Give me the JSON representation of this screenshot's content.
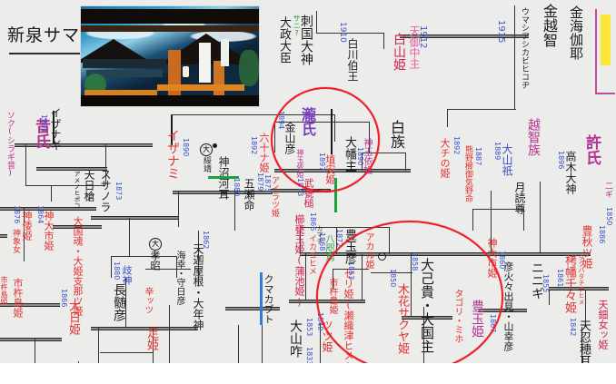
{
  "document": {
    "title": "新泉サマ",
    "kind": "handwritten-genealogy-chart",
    "background_color": "#ececeb",
    "annotation_colors": {
      "black_ink": "#1a1a1a",
      "red_ink": "#e23030",
      "blue_ink": "#3a52c8",
      "magenta_ink": "#b4338f",
      "pink_ink": "#e8609a",
      "purple_ink": "#7a3fbf",
      "green_ink": "#1f9a3c",
      "marker_red": "#ee1c25",
      "highlighter_yellow": "#ffe617",
      "highlighter_blue": "#2f7fd6"
    }
  },
  "photo": {
    "caption": "shrine-photograph",
    "description": "torii-and-shrine-roof"
  },
  "circles": [
    {
      "id": "circle-1",
      "encloses": "瀧氏 / 金山彦"
    },
    {
      "id": "circle-2",
      "encloses": "大己貴・大国主 / 木花サクヤ姫 / 豊玉姫"
    }
  ],
  "entries": {
    "c1": "新泉サマ",
    "c2": "昔氏",
    "c3": "ソク(シラギ音)",
    "c4": "イザナギ",
    "c5": "1891",
    "c6": "天日槍",
    "c7": "アメノヒボコ",
    "c8": "スサノラ",
    "c9": "1873",
    "c10": "イザナミ",
    "c11": "1890",
    "c12": "神倭姫",
    "c13": "1876",
    "c14": "綏靖",
    "c15": "神沼河耳",
    "c16": "1880",
    "c17": "五瀬命",
    "c18": "1879",
    "c19": "六十ナ姫",
    "c20": "1892",
    "c21": "アイラツ姫",
    "c22": "1875",
    "c23": "瀧氏",
    "c24": "金山彦",
    "c25": "1894",
    "c26": "大幡主",
    "c27": "神玉依姫",
    "c28": "1890",
    "c29": "埴安姫",
    "c30": "1897",
    "c31": "大政大臣",
    "c32": "刺国大神",
    "c33": "サニ?",
    "c34": "白川伯王",
    "c35": "1910",
    "c36": "白山姫",
    "c37": "天御中主",
    "c38": "1912",
    "c39": "白族",
    "c40": "大チの姫",
    "c41": "1892",
    "c42": "熊野櫛御気野命",
    "c43": "1887",
    "c44": "1915",
    "c45": "ウマシアシカビヒコヂ",
    "c46": "金越智",
    "c47": "金海伽耶",
    "c48": "越智族",
    "c49": "大山祇",
    "c50": "1889",
    "c51": "許氏",
    "c52": "高木大神",
    "c53": "1896",
    "c54": "月読尊",
    "c55": "豊秋ツ姫",
    "c56": "1886",
    "c57": "神大市姫",
    "c58": "1884",
    "c59": "孝昭",
    "c60": "海幸・守日彦",
    "c61": "天迦屋根・大年神",
    "c62": "1862",
    "c63": "長髄彦",
    "c64": "歧神",
    "c65": "1880",
    "c66": "辛ッツ",
    "c67": "足姫",
    "c68": "大国魂・大姫支那ツ姫",
    "c69": "大日姫",
    "c70": "1866",
    "c71": "神大市姫",
    "c72": "市杵島姫",
    "c73": "神象女",
    "c74": "1864",
    "c75": "豊玉彦",
    "c76": "1872",
    "c77": "アカル姫",
    "c78": "1868",
    "c79": "八咫烏",
    "c80": "イカゴヒメ",
    "c81": "櫛稲田姫",
    "c82": "1853",
    "c83": "セリ姫(瀬織津ヒメ)",
    "c84": "市杵島姫",
    "c85": "1833",
    "c86": "1850",
    "c87": "木花サクヤ姫",
    "c88": "大己貴・大国主",
    "c89": "1858",
    "c90": "タゴリ・ミホ",
    "c91": "豊玉姫",
    "c92": "1867",
    "c93": "彦火々出見・山幸彦",
    "c94": "1860",
    "c95": "ニニギ",
    "c96": "1855",
    "c97": "栲幡千々姫",
    "c98": "タクハタチヂヒメ",
    "c99": "1861",
    "c100": "天忍穂耳",
    "c101": "1842",
    "c102": "天鈿女ッ姫",
    "c103": "武甕槌",
    "c104": "1873",
    "c105": "櫛甕玉姫(蒲池姫)",
    "c106": "1866",
    "c107": "カマテ",
    "c108": "クマカブト",
    "c109": "大山咋",
    "c110": "1853",
    "c111": "ツツ姫",
    "c112": "1840",
    "c113": "二ギ",
    "c114": "1850"
  }
}
